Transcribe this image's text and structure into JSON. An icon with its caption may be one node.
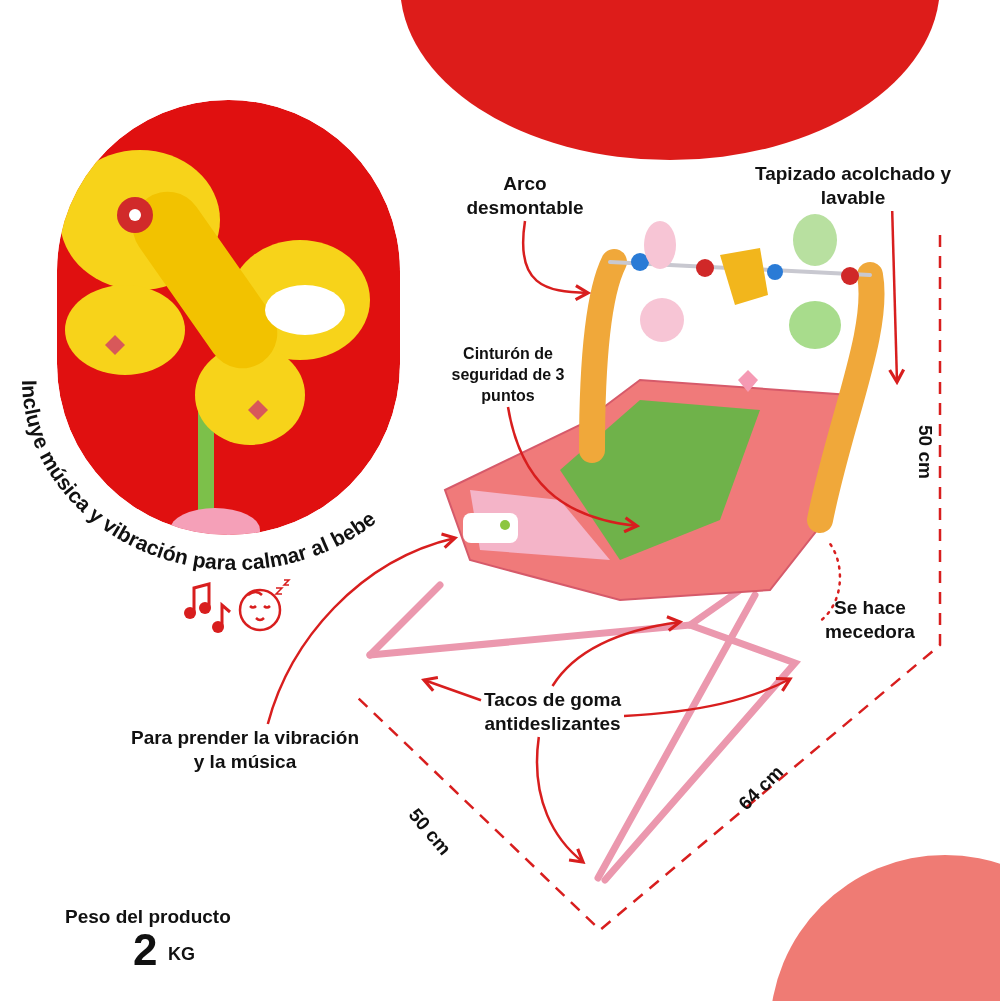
{
  "diagram": {
    "nodes": [
      {
        "text": [
          "Arco desmontable"
        ]
      },
      {
        "text": [
          "Tapizado acolchado y lavable"
        ]
      },
      {
        "text": [
          "Cinturón de seguridad de 3 puntos"
        ]
      },
      {
        "text": [
          "Se hace mecedora"
        ]
      },
      {
        "text": [
          "Tacos de goma antideslizantes"
        ]
      },
      {
        "text": [
          "Para prender la vibración y la música"
        ]
      }
    ],
    "edges": [
      {
        "from": 0,
        "to": null,
        "arrow": "to"
      },
      {
        "from": 1,
        "to": null,
        "arrow": "to"
      },
      {
        "from": 2,
        "to": null,
        "arrow": "to"
      },
      {
        "from": 3,
        "to": null,
        "arrow": "none",
        "style": "dashed"
      },
      {
        "from": 4,
        "to": null,
        "arrow": "to"
      },
      {
        "from": 4,
        "to": null,
        "arrow": "to"
      },
      {
        "from": 4,
        "to": null,
        "arrow": "to"
      },
      {
        "from": 4,
        "to": null,
        "arrow": "to"
      },
      {
        "from": 5,
        "to": null,
        "arrow": "to"
      }
    ],
    "labels": [
      "Incluye música y vibración para calmar al bebe",
      "50 cm",
      "50 cm",
      "64 cm",
      "Peso del producto",
      "2",
      "KG"
    ]
  }
}
